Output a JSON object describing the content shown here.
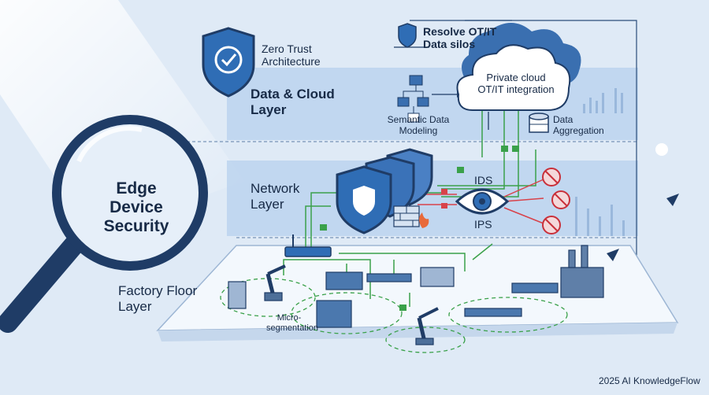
{
  "diagram": {
    "center_label_line1": "Edge Device",
    "center_label_line2": "Security",
    "zero_trust_line1": "Zero Trust",
    "zero_trust_line2": "Architecture",
    "resolve_line1": "Resolve OT/IT",
    "resolve_line2": "Data silos",
    "layers": {
      "data_cloud_line1": "Data & Cloud",
      "data_cloud_line2": "Layer",
      "network_line1": "Network",
      "network_line2": "Layer",
      "factory_line1": "Factory Floor",
      "factory_line2": "Layer"
    },
    "cloud_line1": "Private cloud",
    "cloud_line2": "OT/IT integration",
    "semantic_line1": "Semantic Data",
    "semantic_line2": "Modeling",
    "aggregation_line1": "Data",
    "aggregation_line2": "Aggregation",
    "ids_label": "IDS",
    "ips_label": "IPS",
    "micro_line1": "Micro-",
    "micro_line2": "segmentation",
    "credit": "2025 AI KnowledgeFlow"
  },
  "colors": {
    "background": "#dfeaf6",
    "band": "#b9d2ee",
    "navy": "#1f3c66",
    "shield_blue": "#2f6db5",
    "green_line": "#3aa14a",
    "red_line": "#d8424a",
    "threat": "#c9303a"
  }
}
